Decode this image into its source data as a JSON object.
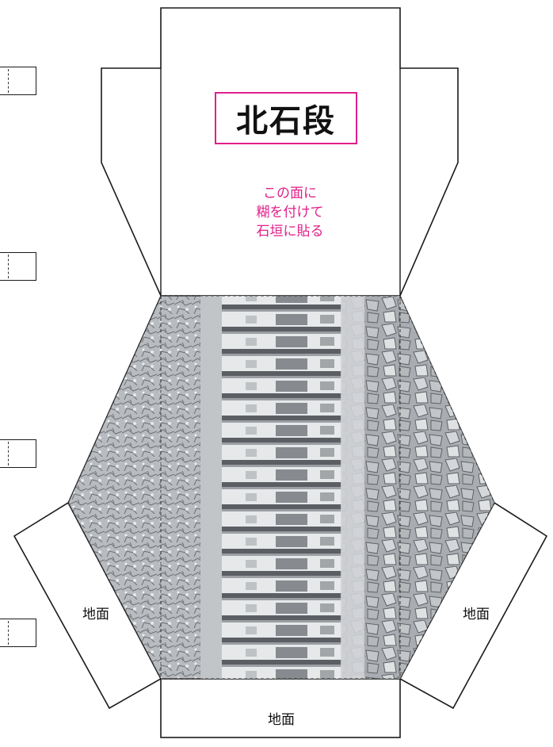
{
  "title": "北石段",
  "instruction": [
    "この面に",
    "糊を付けて",
    "石垣に貼る"
  ],
  "ground_label_left": "地面",
  "ground_label_right": "地面",
  "ground_label_bottom": "地面",
  "colors": {
    "accent": "#e0208a",
    "line": "#1a1a1a"
  }
}
